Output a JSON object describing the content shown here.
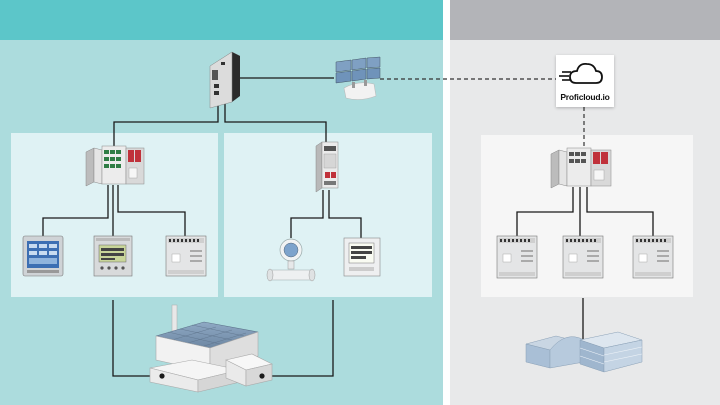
{
  "cloud": {
    "label": "Proficloud.io",
    "icon": "cloud-icon"
  },
  "colors": {
    "left_header": "#5cc6c9",
    "left_background": "#acdcdd",
    "left_panel": "#dff2f4",
    "right_header": "#b3b4b8",
    "right_background": "#e8e9ea",
    "right_panel": "#f6f6f6",
    "device_red": "#c0313a",
    "wire": "#1a1a1a"
  },
  "zones": [
    "on-premise-network",
    "cloud-network"
  ],
  "devices": [
    "edge-controller",
    "monitor-wall",
    "switch-controller-cluster",
    "io-controller",
    "hmi-touch-panel",
    "display-meter",
    "io-module",
    "flow-meter",
    "power-meter",
    "factory-plant",
    "cloud-switch-cluster",
    "cloud-io-module-1",
    "cloud-io-module-2",
    "cloud-io-module-3",
    "office-building"
  ]
}
